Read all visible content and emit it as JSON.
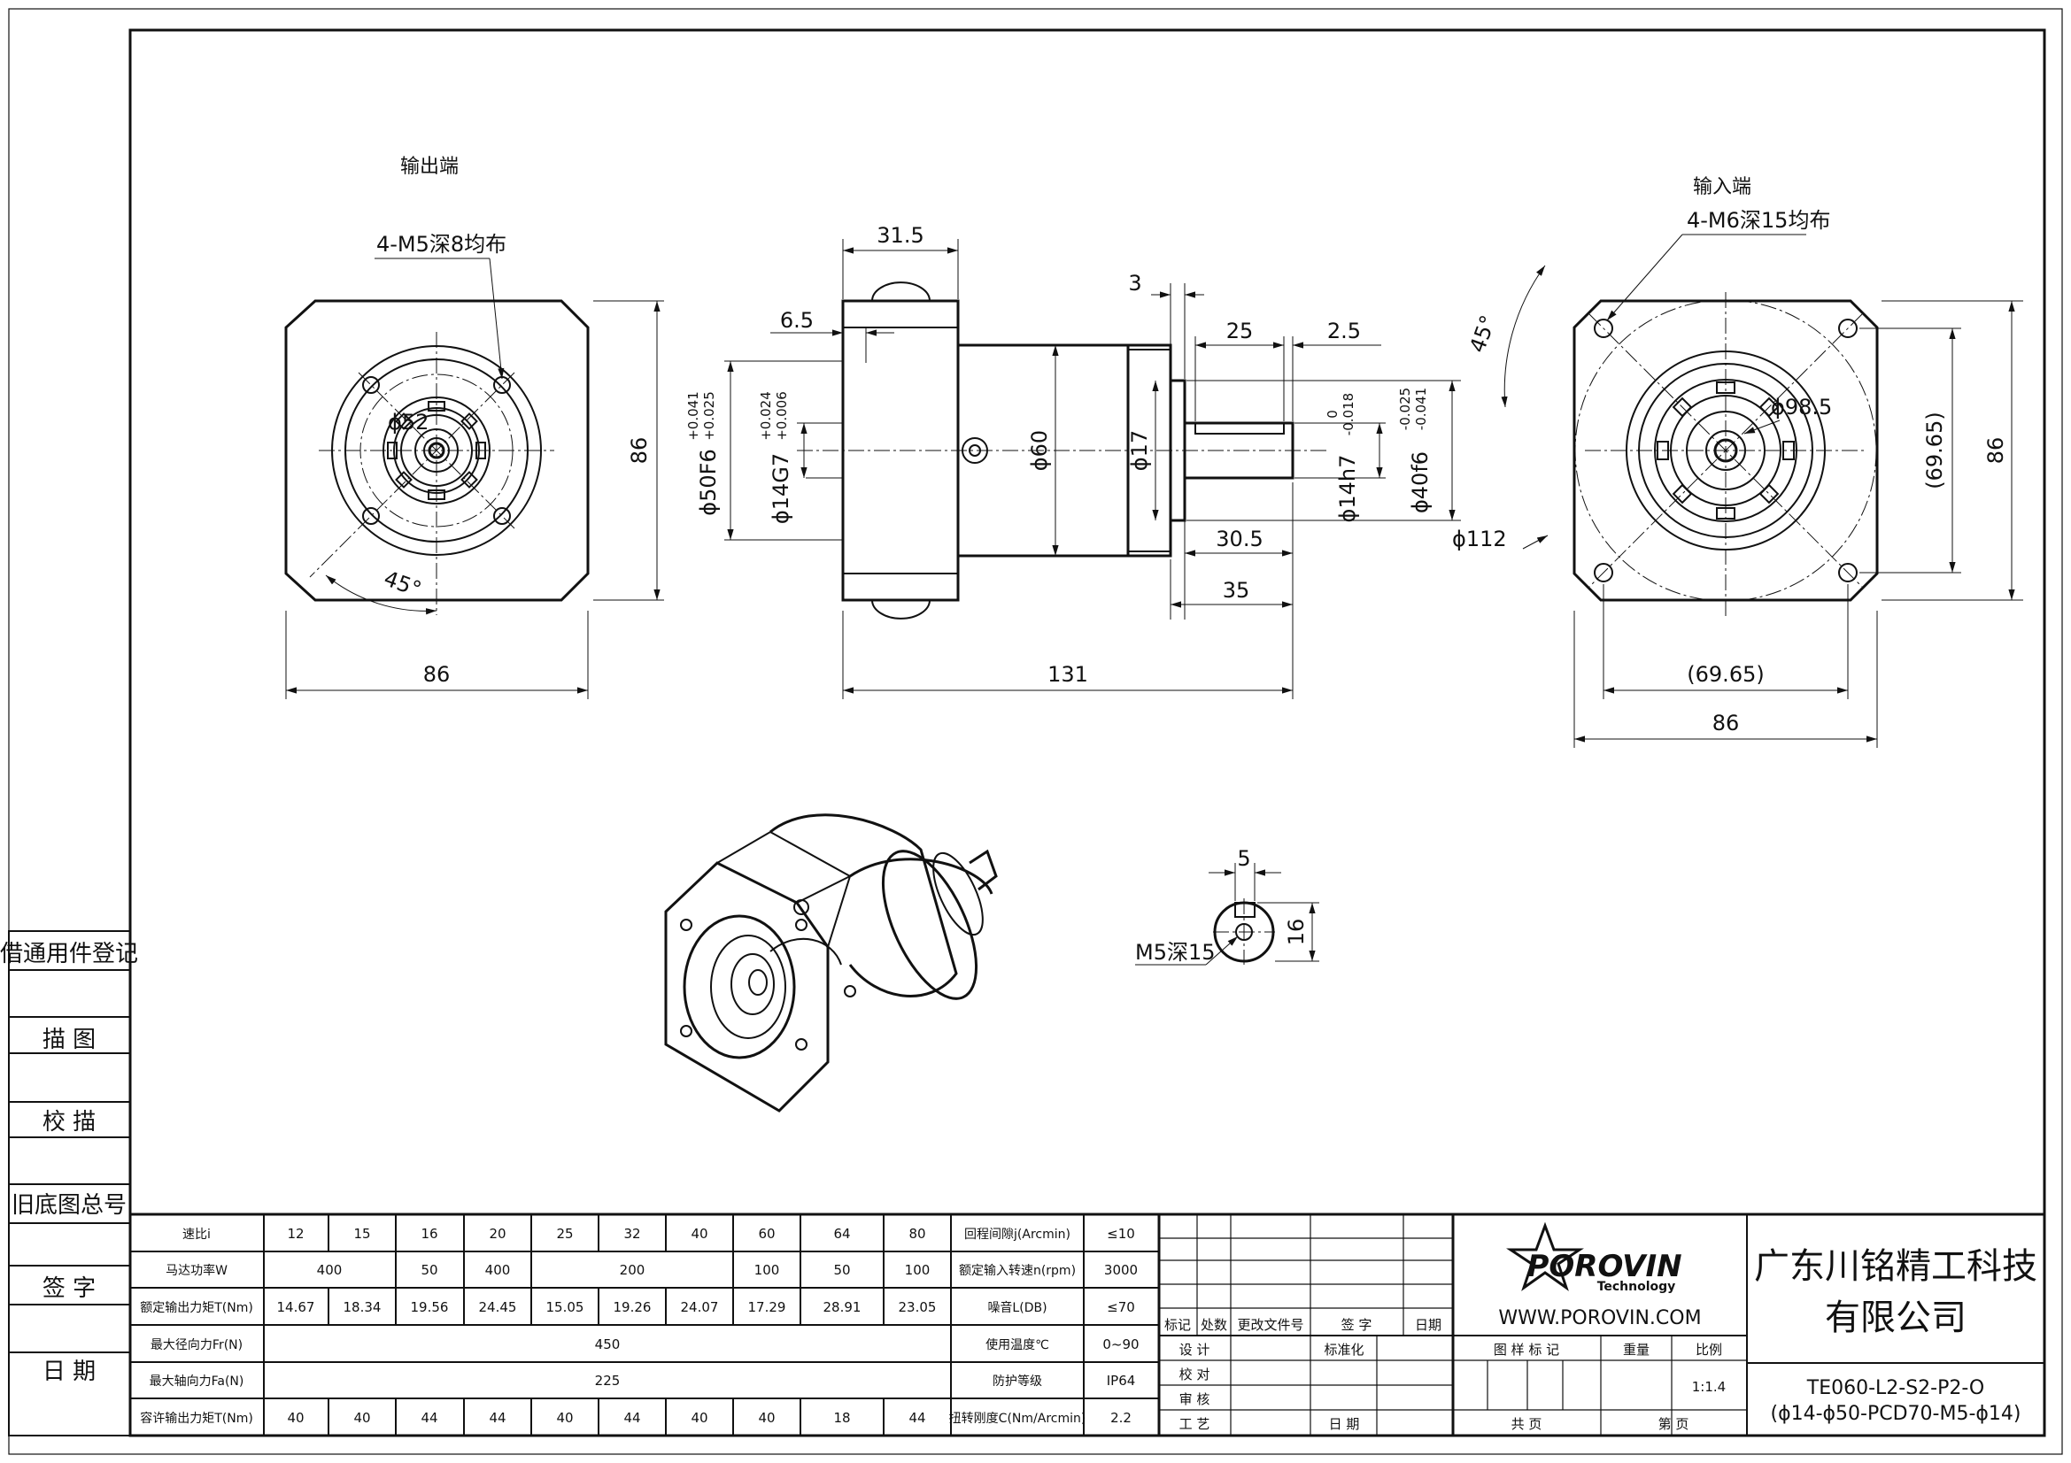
{
  "side_column": {
    "items": [
      "借通用件登记",
      "描 图",
      "校 描",
      "旧底图总号",
      "签 字",
      "日 期"
    ]
  },
  "views": {
    "output_title": "输出端",
    "input_title": "输入端",
    "output_holes": "4-M5深8均布",
    "input_holes": "4-M6深15均布",
    "output_angle": "45°",
    "input_angle": "45°",
    "output_pcd": "ϕ52",
    "output_width": "86",
    "output_height": "86",
    "input_width": "86",
    "input_height": "86",
    "input_pcd_h": "(69.65)",
    "input_pcd_v": "(69.65)",
    "input_d98": "ϕ98.5",
    "input_d112": "ϕ112"
  },
  "side_view": {
    "d_top_31_5": "31.5",
    "d_6_5": "6.5",
    "d_3": "3",
    "d_25": "25",
    "d_2_5": "2.5",
    "d_30_5": "30.5",
    "d_35": "35",
    "d_131": "131",
    "d_phi60": "ϕ60",
    "d_phi17": "ϕ17",
    "d_phi50": "ϕ50F6",
    "d_phi50_tol_hi": "+0.041",
    "d_phi50_tol_lo": "+0.025",
    "d_phi14g": "ϕ14G7",
    "d_phi14g_tol_hi": "+0.024",
    "d_phi14g_tol_lo": "+0.006",
    "d_phi14h": "ϕ14h7",
    "d_phi14h_tol_hi": "0",
    "d_phi14h_tol_lo": "-0.018",
    "d_phi40": "ϕ40f6",
    "d_phi40_tol_hi": "-0.025",
    "d_phi40_tol_lo": "-0.041"
  },
  "shaft_section": {
    "d_5": "5",
    "d_16": "16",
    "thread": "M5深15"
  },
  "spec_table": {
    "rows": [
      {
        "label": "速比i",
        "cells": [
          "12",
          "15",
          "16",
          "20",
          "25",
          "32",
          "40",
          "60",
          "64",
          "80"
        ]
      },
      {
        "label": "马达功率W",
        "cells": [
          "400",
          "50",
          "400",
          "200",
          "100",
          "50",
          "100"
        ]
      },
      {
        "label": "额定输出力矩T(Nm)",
        "cells": [
          "14.67",
          "18.34",
          "19.56",
          "24.45",
          "15.05",
          "19.26",
          "24.07",
          "17.29",
          "28.91",
          "23.05"
        ]
      },
      {
        "label": "最大径向力Fr(N)",
        "cells": [
          "450"
        ]
      },
      {
        "label": "最大轴向力Fa(N)",
        "cells": [
          "225"
        ]
      },
      {
        "label": "容许输出力矩T(Nm)",
        "cells": [
          "40",
          "40",
          "44",
          "44",
          "40",
          "44",
          "40",
          "40",
          "18",
          "44"
        ]
      }
    ],
    "params": [
      {
        "label": "回程间隙j(Arcmin)",
        "value": "≤10"
      },
      {
        "label": "额定输入转速n(rpm)",
        "value": "3000"
      },
      {
        "label": "噪音L(DB)",
        "value": "≤70"
      },
      {
        "label": "使用温度℃",
        "value": "0~90"
      },
      {
        "label": "防护等级",
        "value": "IP64"
      },
      {
        "label": "扭转刚度C(Nm/Arcmin)",
        "value": "2.2"
      }
    ]
  },
  "revision_block": {
    "headers": [
      "标记",
      "处数",
      "更改文件号",
      "签 字",
      "日期"
    ],
    "roles": [
      "设 计",
      "校 对",
      "审 核",
      "工 艺"
    ],
    "standardize": "标准化",
    "date": "日 期"
  },
  "title_block": {
    "logo_text": "POROVIN",
    "logo_sub": "Technology",
    "website": "WWW.POROVIN.COM",
    "headers": [
      "图 样 标 记",
      "重量",
      "比例"
    ],
    "scale": "1:1.4",
    "total_pages": "共  页",
    "page_no": "第  页",
    "company_line1": "广东川铭精工科技",
    "company_line2": "有限公司",
    "model_line1": "TE060-L2-S2-P2-O",
    "model_line2": "(ϕ14-ϕ50-PCD70-M5-ϕ14)"
  }
}
